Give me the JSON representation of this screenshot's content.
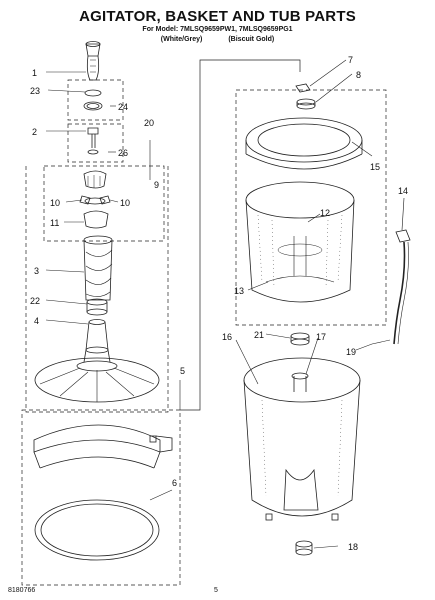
{
  "header": {
    "title": "AGITATOR, BASKET AND TUB PARTS",
    "model_line": "For Model: 7MLSQ9659PW1, 7MLSQ9659PG1",
    "variant_1": "(White/Grey)",
    "variant_2": "(Biscuit Gold)"
  },
  "footer": {
    "doc_number": "8180766",
    "page_number": "5"
  },
  "callouts": {
    "c1": "1",
    "c2": "2",
    "c3": "3",
    "c4": "4",
    "c5": "5",
    "c6": "6",
    "c7": "7",
    "c8": "8",
    "c9": "9",
    "c10a": "10",
    "c10b": "10",
    "c11": "11",
    "c12": "12",
    "c13": "13",
    "c14": "14",
    "c15": "15",
    "c16": "16",
    "c17": "17",
    "c18": "18",
    "c19": "19",
    "c20": "20",
    "c21": "21",
    "c22": "22",
    "c23": "23",
    "c24": "24",
    "c26": "26"
  }
}
